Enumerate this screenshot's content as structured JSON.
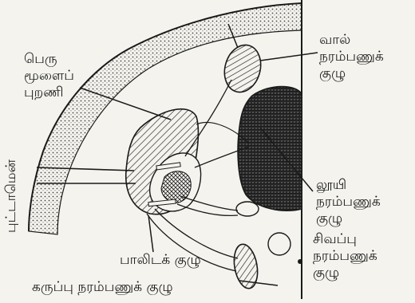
{
  "labels": {
    "cortex": [
      "பெரு",
      "மூளைப்",
      "புறணி"
    ],
    "putamen": "புட்டாமென்",
    "caudate": [
      "வால்",
      "நரம்பணுக்",
      "குழு"
    ],
    "thalamus": [
      "லூயி",
      "நரம்பணுக்",
      "குழு"
    ],
    "red_nucleus": [
      "சிவப்பு",
      "நரம்பணுக்",
      "குழு"
    ],
    "pallidum": "பாலிடக் குழு",
    "substantia_nigra": "கருப்பு நரம்பணுக் குழு"
  },
  "colors": {
    "ink": "#1a1a1a",
    "paper": "#f4f3ee",
    "stipple": "#555555"
  }
}
